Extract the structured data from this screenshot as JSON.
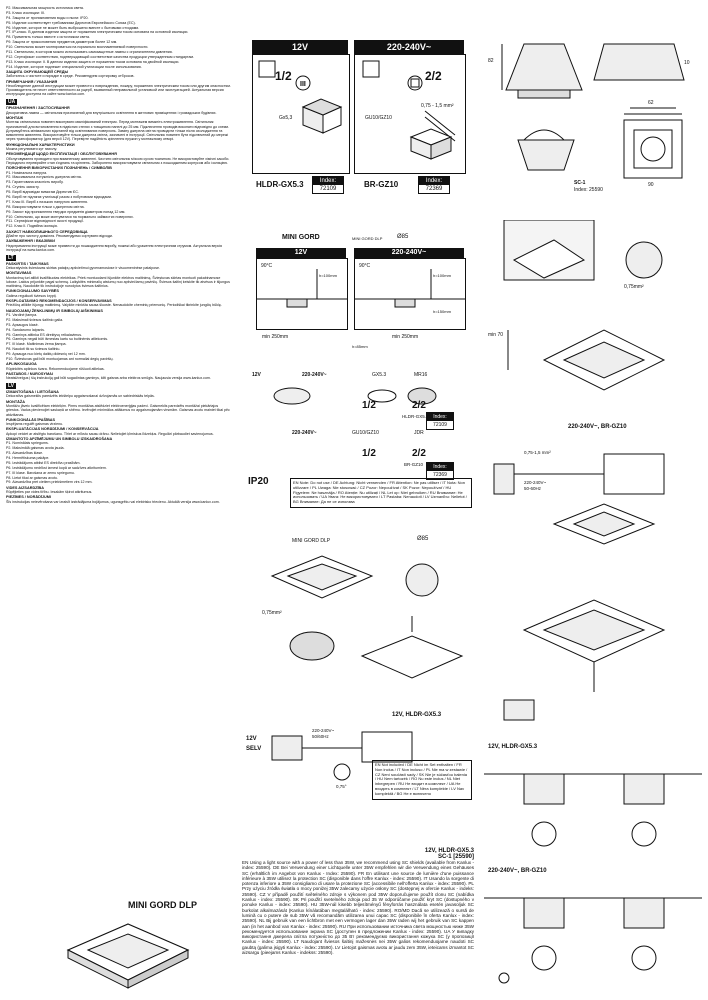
{
  "left_col": {
    "intro_lines": [
      "P2. Максимальная мощность источника света.",
      "P3. Класс изоляции: III.",
      "P4. Защита от проникновения воды и пыли: IP20.",
      "P5. Изделие соответствует требованиям Директив Европейского Союза (EC).",
      "P6. Изделие, которое не может быть выброшено вместе с бытовыми отходами.",
      "P7. IP-класс. В данном изделии защита от поражения электрическим током основана на основной изоляции.",
      "P8. Применять только вместе с источником света.",
      "P9. Защита от прикосновения предметов диаметром более 12 мм.",
      "P10. Светильник может монтироваться на нормально воспламеняемой поверхности.",
      "P11. Светильник, в котором можно использовать самозащитные лампы с ограничителем давления.",
      "P12. Сертификат соответствия, подтверждающий соответствие качества продукции утвержденным стандартам.",
      "P13. Класс изоляции: II. В данном изделии защита от поражения током основана на двойной изоляции.",
      "P14. Изделие, которое подлежит специальной утилизации после использования."
    ],
    "env_head": "ЗАЩИТА ОКРУЖАЮЩЕЙ СРЕДЫ",
    "env_text": "Заботьтесь о чистоте и порядке в среде. Рекомендуем сортировку отбросов.",
    "note_head": "ПРИМЕЧАНИЯ / УКАЗАНИЯ",
    "note_text": "Несоблюдение данной инструкции может привести к повреждению, пожару, поражению электрическим током или другим опасностям. Производитель не несет ответственности за ущерб, вызванный неправильной установкой или эксплуатацией. Актуальная версия инструкции доступна на сайте www.kanlux.com.",
    "ua_tag": "UA",
    "ua_head1": "ПРИЗНАЧЕННЯ / ЗАСТОСУВАННЯ",
    "ua_text1": "Декоративна лампа — світильник призначений для внутрішнього освітлення в житлових приміщеннях і громадських будівлях.",
    "ua_head2": "МОНТАЖ",
    "ua_text2": "Монтаж світильника повинен виконувати кваліфікований електрик. Перед монтажем вимкніть електроживлення. Світильник призначений для встановлення в підвісних стелях з товщиною панелі до 25 мм. Підключення проводів виконати відповідно до схеми. Дотримуйтесь мінімальних відстаней від освітлюваних поверхонь. Заміну джерела світла проводити тільки після охолодження та вимкнення живлення. Використовуйте тільки джерела світла, зазначені в інструкції. Світильник повинен бути підключений до мережі через трансформатор (для версії 12V). Перевірте надійність кріплення пружин у монтажному отворі.",
    "ua_head3": "ФУНКЦІОНАЛЬНІ ХАРАКТЕРИСТИКИ",
    "ua_text3": "Можна регулювати кут нахилу.",
    "ua_head4": "РЕКОМЕНДАЦІЇ ЩОДО ЕКСПЛУАТАЦІЇ / ОБСЛУГОВУВАННЯ",
    "ua_text4": "Обслуговування проводити при вимкненому живленні. Чистити світильник м'якою сухою тканиною. Не використовуйте хімічні засоби. Періодично перевіряйте стан з'єднань та кріплень. Заборонено використовувати світильник з пошкодженим корпусом або ізоляцією.",
    "ua_head5": "ПОЯСНЕННЯ ВИКОРИСТАНИХ ПОЗНАЧЕНЬ / СИМВОЛІВ",
    "ua_lines": [
      "P1. Номінальна напруга.",
      "P2. Максимальна потужність джерела світла.",
      "P3. Гарантована класність виробу.",
      "P4. Ступінь захисту.",
      "P5. Виріб відповідає вимогам Директив ЄС.",
      "P6. Виріб не підлягає утилізації разом з побутовими відходами.",
      "P7. Клас III. Виріб з низькою напругою живлення.",
      "P8. Використовувати тільки з джерелом світла.",
      "P9. Захист від проникнення твердих предметів діаметром понад 12 мм.",
      "P10. Світильник, що може монтуватися на нормально займистих поверхнях.",
      "P11. Сертифікат відповідності якості продукції.",
      "P12. Клас II. Подвійна ізоляція."
    ],
    "ua_head6": "ЗАХИСТ НАВКОЛИШНЬОГО СЕРЕДОВИЩА",
    "ua_text6": "Дбайте про чистоту довкілля. Рекомендуємо сортувати відходи.",
    "ua_head7": "ЗАУВАЖЕННЯ / ВКАЗІВКИ",
    "ua_text7": "Недотримання інструкції може призвести до пошкодження виробу, пожежі або ураження електричним струмом. Актуальна версія інструкції на www.kanlux.com.",
    "lt_tag": "LT",
    "lt_head1": "PASKIRTIS / TAIKYMAS",
    "lt_text1": "Dekoratyvinis šviestuvas skirtas patalpų apšvietimui gyvenamosiose ir visuomeninėse patalpose.",
    "lt_head2": "MONTAVIMAS",
    "lt_text2": "Montavimą turi atlikti kvalifikuotas elektrikas. Prieš montuodami išjunkite elektros maitinimą. Šviestuvas skirtas montuoti pakabinamose lubose. Laidus prijunkite pagal schemą. Laikykitės minimalių atstumų nuo apšviečiamų paviršių. Šviesos šaltinį keiskite tik atvėsus ir išjungus maitinimą. Naudokite tik instrukcijoje nurodytus šviesos šaltinius.",
    "lt_head3": "FUNKCIONALUMO SAVYBĖS",
    "lt_text3": "Galima reguliuoti šviesos kryptį.",
    "lt_head4": "EKSPLOATAVIMO REKOMENDACIJOS / KONSERVAVIMAS",
    "lt_text4": "Priežiūrą atlikite išjungę maitinimą. Valykite minkšta sausa šluoste. Nenaudokite cheminių priemonių. Periodiškai tikrinkite jungčių būklę.",
    "lt_head5": "NAUDOJAMŲ ŽENKLINIMŲ IR SIMBOLIŲ AIŠKINIMAS",
    "lt_lines": [
      "P1. Vardinė įtampa.",
      "P2. Maksimali šviesos šaltinio galia.",
      "P3. Apsaugos klasė.",
      "P4. Sandarumo laipsnis.",
      "P5. Gaminys atitinka ES direktyvų reikalavimus.",
      "P6. Gaminys negali būti išmestas kartu su buitinėmis atliekomis.",
      "P7. III klasė. Maitinimas žema įtampa.",
      "P8. Naudoti tik su šviesos šaltiniu.",
      "P9. Apsauga nuo kietų daiktų didesnių nei 12 mm.",
      "P10. Šviestuvas gali būti montuojamas ant normaliai degių paviršių."
    ],
    "lt_head6": "APLINKOSAUGA",
    "lt_text6": "Rūpinkitės aplinkos švara. Rekomenduojame rūšiuoti atliekas.",
    "lt_head7": "PASTABOS / NUROSYMAI",
    "lt_text7": "Neatsižvelgus į šią instrukciją gali būti sugadintas gaminys, kilti gaisras arba elektros smūgis. Naujausia versija www.kanlux.com.",
    "lv_tag": "LV",
    "lv_head1": "IZMANTOŠANA / LIETOŠANA",
    "lv_text1": "Dekoratīvs gaismeklis paredzēts iekštelpu apgaismošanai dzīvojamās un sabiedriskās telpās.",
    "lv_head2": "MONTĀŽA",
    "lv_text2": "Montāžu jāveic kvalificētam elektriķim. Pirms montāžas atslēdziet elektroenerģijas padevi. Gaismeklis paredzēts montāžai piekārtajos griestos. Vadus pievienojiet saskaņā ar shēmu. Ievērojiet minimālos attālumus no apgaismojamām virsmām. Gaismas avotu mainiet tikai pēc atdzišanas.",
    "lv_head3": "FUNKCIONĀLĀS ĪPAŠĪBAS",
    "lv_text3": "Iespējams regulēt gaismas virzienu.",
    "lv_head4": "EKSPLUATĀCIJAS NORĀDĪJUMI / KONSERVĀCIJA",
    "lv_text4": "Apkopi veiciet ar atslēgtu barošanu. Tīriet ar mīkstu sausu drānu. Nelietojiet ķīmiskus līdzekļus. Regulāri pārbaudiet savienojumus.",
    "lv_head5": "IZMANTOTO APZĪMĒJUMU UN SIMBOLU IZSKAIDROŠANA",
    "lv_lines": [
      "P1. Nominālais spriegums.",
      "P2. Maksimālā gaismas avota jauda.",
      "P3. Aizsardzības klase.",
      "P4. Hermētiskuma pakāpe.",
      "P5. Izstrādājums atbilst ES direktīvu prasībām.",
      "P6. Izstrādājumu nedrīkst izmest kopā ar sadzīves atkritumiem.",
      "P7. III klase. Barošana ar zemu spriegumu.",
      "P8. Lietot tikai ar gaismas avotu.",
      "P9. Aizsardzība pret cietiem priekšmetiem virs 12 mm."
    ],
    "lv_head6": "VIDES AIZSARDZĪBA",
    "lv_text6": "Rūpējieties par vides tīrību. Iesakām šķirot atkritumus.",
    "lv_head7": "PIEZĪMES / NORĀDĪJUMI",
    "lv_text7": "Šīs instrukcijas neievērošana var izraisīt izstrādājuma bojājumus, ugunsgrēku vai elektrisko triecienu. Aktuālā versija www.kanlux.com."
  },
  "top_panel": {
    "v12": "12V",
    "v220": "220-240V~",
    "frac_12": "1/2",
    "frac_220": "2/2",
    "gx_label": "Gx5,3",
    "gu_label": "GU10/GZ10",
    "mm_label": "0,75 - 1,5",
    "mm_unit": "mm²",
    "hldr_name": "HLDR-GX5.3",
    "hldr_index_h": "Index:",
    "hldr_index": "72109",
    "br_name": "BR-GZ10",
    "br_index_h": "Index:",
    "br_index": "72369"
  },
  "dims": {
    "d82": "82",
    "d62": "62",
    "d90": "90",
    "d10": "10",
    "sc_name": "SC-1",
    "sc_index": "Index: 25590"
  },
  "mid_panel": {
    "product": "MINI GORD",
    "product_sub": "MINI GORD DLP",
    "diam": "Ø85",
    "v12": "12V",
    "v220": "220-240V~",
    "deg90a": "90°C",
    "deg90b": "90°C",
    "h100a": "h=100mm",
    "h100b": "h=100mm",
    "min250a": "min 250mm",
    "min250b": "min 250mm",
    "h150": "h=150mm",
    "h85": "h=85mm"
  },
  "wire_label": "0,75mm²",
  "min70": "min 70",
  "ip_panel": {
    "v12": "12V",
    "v220_1": "220-240V~",
    "gx53": "GX5.3",
    "mr16": "MR16",
    "frac1": "1/2",
    "frac2": "2/2",
    "hldr": "HLDR-GX5.3",
    "idx1h": "Index:",
    "idx1": "72109",
    "v220_2": "220-240V~",
    "gu10": "GU10/GZ10",
    "jdr": "JDR",
    "frac3": "1/2",
    "frac4": "2/2",
    "br": "BR-GZ10",
    "idx2h": "Index:",
    "idx2": "72369",
    "ip20": "IP20",
    "warn": "EN Note: Do not use / DE Achtung: Nicht verwenden / FR Attention: Ne pas utiliser / IT Nota: Non utilizzare / PL Uwaga: Nie stosować / CZ Pozor: Nepoužívat / SK Pozor: Nepoužívať / HU Figyelem: Ne használja / RO Atenție: Nu utilizați / NL Let op: Niet gebruiken / RU Внимание: Не использовать / UA Увага: Не використовувати / LT Pastaba: Nenaudoti / LV Uzmanību: Nelietot / BG Внимание: Да не се използва"
  },
  "right_warn": {
    "title": "220-240V~, BR-GZ10",
    "wire": "0,75-1,5",
    "unit": "mm²",
    "v": "220-240V~",
    "hz": "50-60Hz"
  },
  "lower_mid": {
    "product": "MINI GORD DLP",
    "diam": "Ø85",
    "wire": "0,75mm²"
  },
  "selv": {
    "title": "12V, HLDR-GX5.3",
    "v12": "12V",
    "selv": "SELV",
    "v220": "220-240V~",
    "hz": "50/60Hz",
    "deg": "0,75°",
    "box_text": "EN Not included / DE Nicht im Set enthalten / FR Non inclus / IT Non incluso / PL Nie ma w zestawie / CZ Není součástí sady / SK Nie je súčasťou balenia / HU Nem tartozék / RO Nu este inclus / NL Niet inbegrepen / RU Не входит в комплект / UA Не входить в комплект / LT Nėra komplekte / LV Nav komplektā / BG Не е включено"
  },
  "bottom_right": {
    "t1": "12V, HLDR-GX5.3",
    "t2": "220-240V~, BR-GZ10"
  },
  "en_block": {
    "title1": "12V, HLDR-GX5.3",
    "title2": "SC-1 [25590]",
    "text": "EN Using a light source with a power of less than 35W, we recommend using SC shields (available from Kanlux - index: 25590). DE Bei Verwendung einer Lichtquelle unter 35W empfehlen wir die Verwendung eines Gehäuses SC (erhältlich im Angebot von Kanlux - Index: 25590). FR En utilisant une source de lumière d'une puissance inférieure à 35W utilisez la protection SC (disponible dans l'offre Kanlux - index: 25590). IT Usando la sorgente di potenza inferiore a 35W consigliamo di usare la protezione SC (accessibile nell'offerta Kanlux - index: 25590). PL Przy użyciu źródła światła o mocy poniżej 35W zalecamy użycie osłony SC (dostępnej w ofercie Kanlux - indeks: 25590). CZ V případě použití světelného zdroje s výkonem pod 35W doporučujeme použít clonu SC (nabídka Kanlux - index: 25590). SK Pri použití svetelného zdroja pod 35 W odporúčame použiť kryt SC (dostupného v ponuke Kanlux - index: 25590). HU 35W-nál kisebb teljesítményű fényforrás használata esetén javasoljuk SC burkolat alkalmazását (Kanlux kínálatában megtalálható - index: 25590). RO/MD Dacă se utilizează o sursă de lumină cu o putere de sub 35W vă recomandăm utilizarea unui capac SC (disponibile în oferta Kanlux - index: 25590). NL Bij gebruik van een lichtbron met een vermogen lager dan 35W raden wij het gebruik van SC kappen aan (in het aanbod van Kanlux - index: 25590). RU При использовании источника света мощностью ниже 35W рекомендуется использование экрана SC (доступен в предложении Kanlux - index: 25590). UA У випадку використання джерела світла потужністю до 35 Вт рекомендуємо використання кожуха SC (у пропозиції Kanlux - index: 25590). LT Naudojant šviesos šaltinį mažesnės nei 35W galios rekomenduojame naudoti SC gaubtą (galima įsigyti Kanlux - index: 25590). LV Lietojot gaismas avotu ar jaudu zem 35W, ieteicams izmantot SC aizsargu (pieejams Kanlux - indekss: 25590)."
  },
  "bottom_left": {
    "product": "MINI GORD DLP"
  }
}
